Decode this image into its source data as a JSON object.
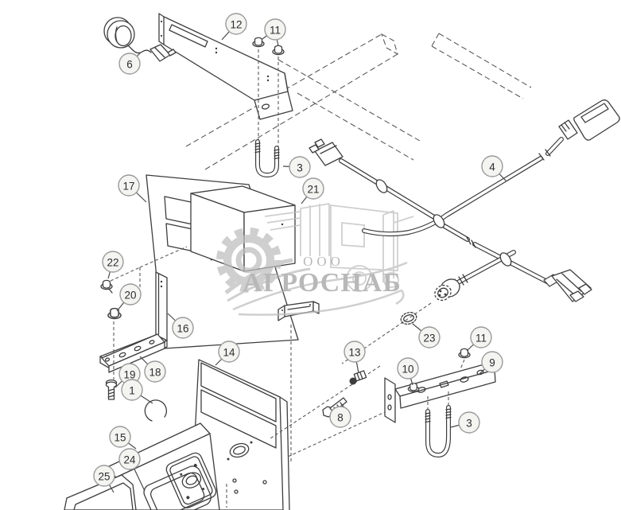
{
  "palette": {
    "background": "#ffffff",
    "line": "#3d3d3d",
    "dashed": "#5a5a5a",
    "balloonFill": "#f4f4f1",
    "balloonStroke": "#9a9a9a",
    "balloonText": "#2e2e2e",
    "watermark": "#bdbdbd",
    "watermarkText": "#9e9e9e"
  },
  "diagram": {
    "kind": "exploded-parts-view",
    "visible_part_numbers": [
      "1",
      "3",
      "4",
      "6",
      "8",
      "9",
      "10",
      "11",
      "12",
      "13",
      "14",
      "15",
      "16",
      "17",
      "18",
      "19",
      "20",
      "21",
      "22",
      "23",
      "24",
      "25"
    ]
  },
  "watermark": {
    "org_form": "ООО",
    "name": "АГРОСНАБ",
    "logo_icon": "gear-and-combine-harvester-icon"
  },
  "callouts": [
    {
      "label": "12"
    },
    {
      "label": "11"
    },
    {
      "label": "6"
    },
    {
      "label": "3"
    },
    {
      "label": "17"
    },
    {
      "label": "21"
    },
    {
      "label": "4"
    },
    {
      "label": "22"
    },
    {
      "label": "20"
    },
    {
      "label": "16"
    },
    {
      "label": "18"
    },
    {
      "label": "19"
    },
    {
      "label": "1"
    },
    {
      "label": "14"
    },
    {
      "label": "13"
    },
    {
      "label": "23"
    },
    {
      "label": "11"
    },
    {
      "label": "10"
    },
    {
      "label": "9"
    },
    {
      "label": "8"
    },
    {
      "label": "3"
    },
    {
      "label": "15"
    },
    {
      "label": "24"
    },
    {
      "label": "25"
    }
  ]
}
